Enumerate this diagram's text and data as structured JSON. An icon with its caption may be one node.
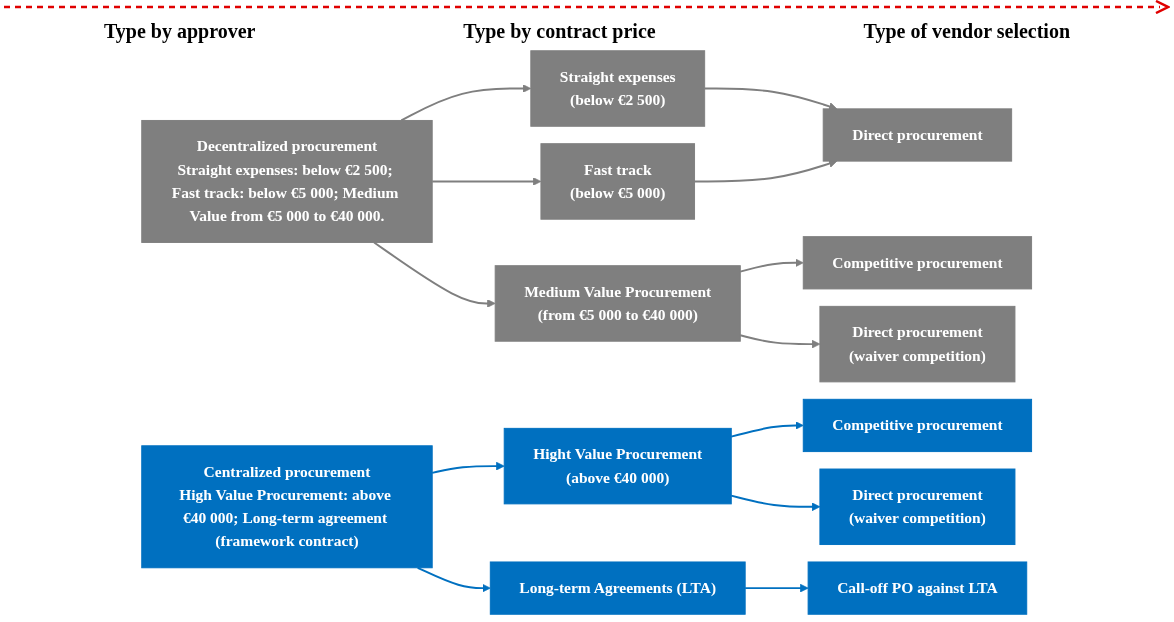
{
  "diagram": {
    "nodes": [
      {
        "text": [
          "Decentralized procurement",
          "Straight expenses: below €2 500; Fast track: below €5 000; Medium Value from €5 000 to €40 000."
        ]
      },
      {
        "text": [
          "Straight expenses",
          "(below €2 500)"
        ]
      },
      {
        "text": [
          "Fast track",
          "(below €5 000)"
        ]
      },
      {
        "text": [
          "Medium Value Procurement",
          "(from €5 000 to €40 000)"
        ]
      },
      {
        "text": [
          "Direct procurement"
        ]
      },
      {
        "text": [
          "Competitive procurement"
        ]
      },
      {
        "text": [
          "Direct procurement",
          "(waiver competition)"
        ]
      },
      {
        "text": [
          "Centralized procurement",
          "High Value Procurement: above €40 000; Long-term agreement (framework contract)"
        ]
      },
      {
        "text": [
          "Hight Value Procurement",
          "(above €40 000)"
        ]
      },
      {
        "text": [
          "Long-term Agreements (LTA)"
        ]
      },
      {
        "text": [
          "Competitive procurement"
        ]
      },
      {
        "text": [
          "Direct procurement",
          "(waiver competition)"
        ]
      },
      {
        "text": [
          "Call-off PO against LTA"
        ]
      }
    ],
    "edges": [
      {
        "from": 0,
        "to": 1,
        "arrow": "to"
      },
      {
        "from": 0,
        "to": 2,
        "arrow": "to"
      },
      {
        "from": 0,
        "to": 3,
        "arrow": "to"
      },
      {
        "from": 1,
        "to": 4,
        "arrow": "to"
      },
      {
        "from": 2,
        "to": 4,
        "arrow": "to"
      },
      {
        "from": 3,
        "to": 5,
        "arrow": "to"
      },
      {
        "from": 3,
        "to": 6,
        "arrow": "to"
      },
      {
        "from": 7,
        "to": 8,
        "arrow": "to",
        "color": "#0070c0"
      },
      {
        "from": 7,
        "to": 9,
        "arrow": "to",
        "color": "#0070c0"
      },
      {
        "from": 8,
        "to": 10,
        "arrow": "to",
        "color": "#0070c0"
      },
      {
        "from": 8,
        "to": 11,
        "arrow": "to",
        "color": "#0070c0"
      },
      {
        "from": 9,
        "to": 12,
        "arrow": "to",
        "color": "#0070c0"
      }
    ],
    "labels": [
      "Type by approver",
      "Type by contract price",
      "Type of vendor selection"
    ]
  }
}
